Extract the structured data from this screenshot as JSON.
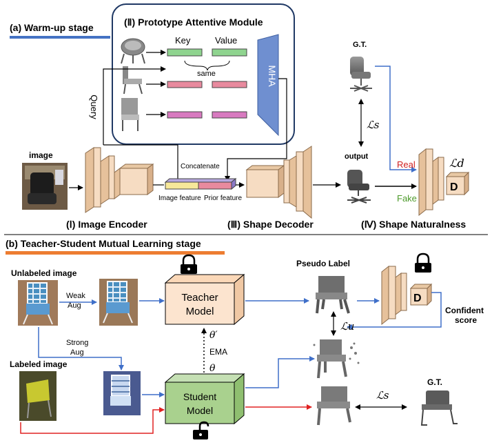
{
  "warmup": {
    "title": "(a) Warm-up stage",
    "module_title": "(Ⅱ) Prototype Attentive Module",
    "key": "Key",
    "value": "Value",
    "same": "same",
    "mha": "MHA",
    "query": "Query",
    "image_label": "image",
    "concatenate": "Concatenate",
    "image_feature": "Image feature",
    "prior_feature": "Prior feature",
    "encoder": "(Ⅰ) Image Encoder",
    "decoder": "(Ⅲ) Shape Decoder",
    "naturalness": "(Ⅳ) Shape Naturalness",
    "gt": "G.T.",
    "output": "output",
    "real": "Real",
    "fake": "Fake",
    "d": "D",
    "loss_s": "ℒs",
    "loss_d": "ℒd"
  },
  "mutual": {
    "title": "(b) Teacher-Student Mutual Learning stage",
    "unlabeled": "Unlabeled image",
    "labeled": "Labeled image",
    "weak": "Weak",
    "weak_aug": "Aug",
    "strong": "Strong",
    "strong_aug": "Aug",
    "teacher_1": "Teacher",
    "teacher_2": "Model",
    "student_1": "Student",
    "student_2": "Model",
    "theta_prime": "θ′",
    "ema": "EMA",
    "theta": "θ",
    "pseudo": "Pseudo Label",
    "d": "D",
    "confident_1": "Confident",
    "confident_2": "score",
    "loss_u": "ℒu",
    "loss_s": "ℒs",
    "gt": "G.T."
  },
  "colors": {
    "blue_arrow": "#3f6fc9",
    "red_arrow": "#e02020",
    "teacher_fill": "#fce4cf",
    "student_fill": "#a9d18e",
    "mha_fill": "#6f8fd0",
    "key_green": "#8fd48f",
    "prior_red": "#e88a9e",
    "image_feat_yellow": "#f7e89a",
    "real_red": "#d02020",
    "fake_green": "#4c9a2a",
    "underline_blue": "#4472c4",
    "underline_orange": "#ed7d31"
  }
}
